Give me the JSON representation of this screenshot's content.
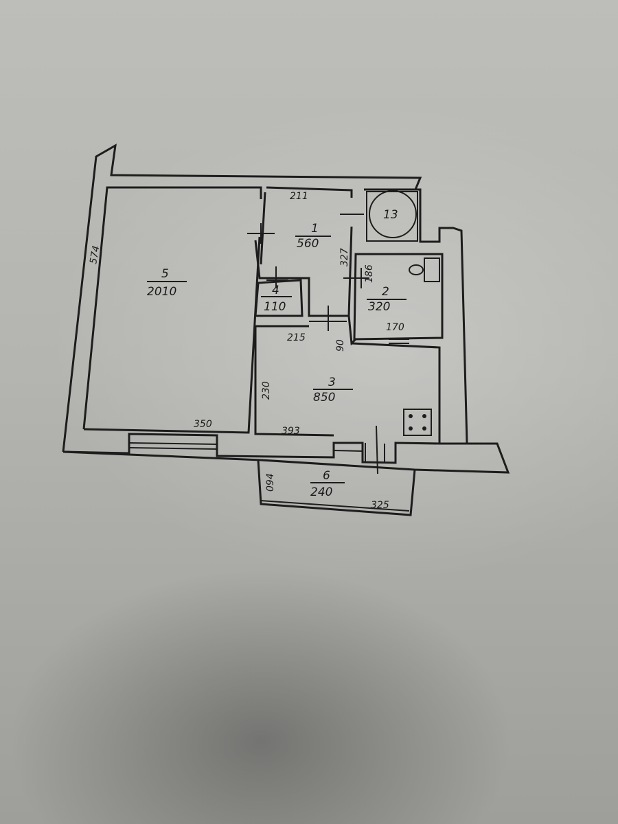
{
  "rooms": [
    {
      "id": "room-5",
      "number": "5",
      "area": "2010"
    },
    {
      "id": "room-1",
      "number": "1",
      "area": "560"
    },
    {
      "id": "room-4",
      "number": "4",
      "area": "110"
    },
    {
      "id": "room-2",
      "number": "2",
      "area": "320"
    },
    {
      "id": "room-3",
      "number": "3",
      "area": "850"
    },
    {
      "id": "room-6",
      "number": "6",
      "area": "240"
    }
  ],
  "dimensions": {
    "d574": "574",
    "d350": "350",
    "d211": "211",
    "d327": "327",
    "d186": "186",
    "d170": "170",
    "d215": "215",
    "d90": "90",
    "d230": "230",
    "d393": "393",
    "d094": "094",
    "d325": "325"
  },
  "shaft_label": "13",
  "icons": {
    "stove": "stove-icon",
    "toilet": "toilet-icon"
  }
}
